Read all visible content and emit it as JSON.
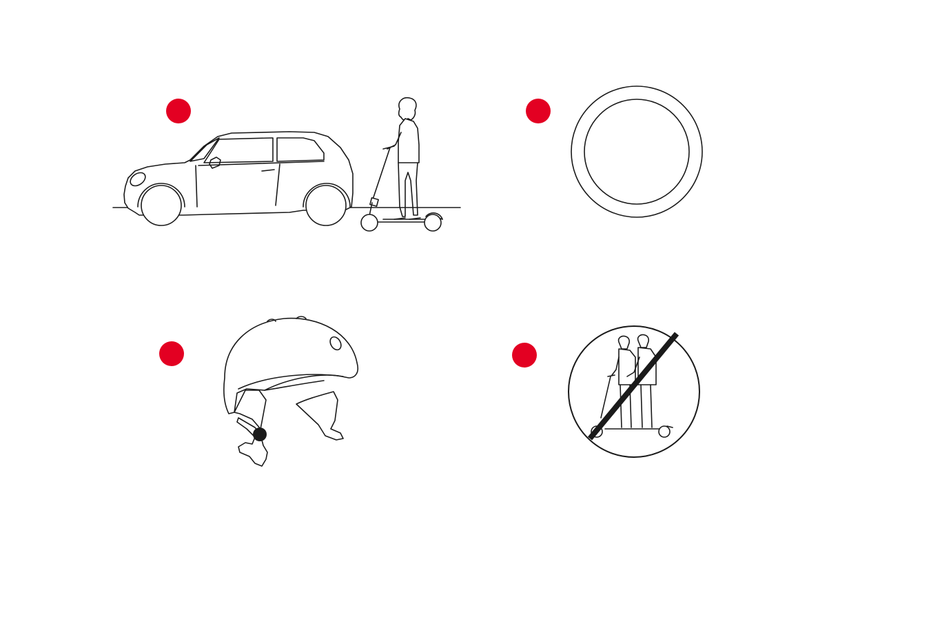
{
  "markers": {
    "color": "#e30022",
    "items": [
      {
        "id": "car-spacing",
        "icon": "red-dot-marker"
      },
      {
        "id": "empty-circle",
        "icon": "red-dot-marker"
      },
      {
        "id": "helmet",
        "icon": "red-dot-marker"
      },
      {
        "id": "no-two-riders",
        "icon": "red-dot-marker"
      }
    ]
  },
  "illustrations": {
    "line_color": "#1a1a1a",
    "panel_1": {
      "icon": "car-and-scooter-rider-icon"
    },
    "panel_2": {
      "icon": "empty-ring-sign-icon"
    },
    "panel_3": {
      "icon": "helmet-icon"
    },
    "panel_4": {
      "icon": "no-two-riders-prohibition-icon"
    }
  }
}
